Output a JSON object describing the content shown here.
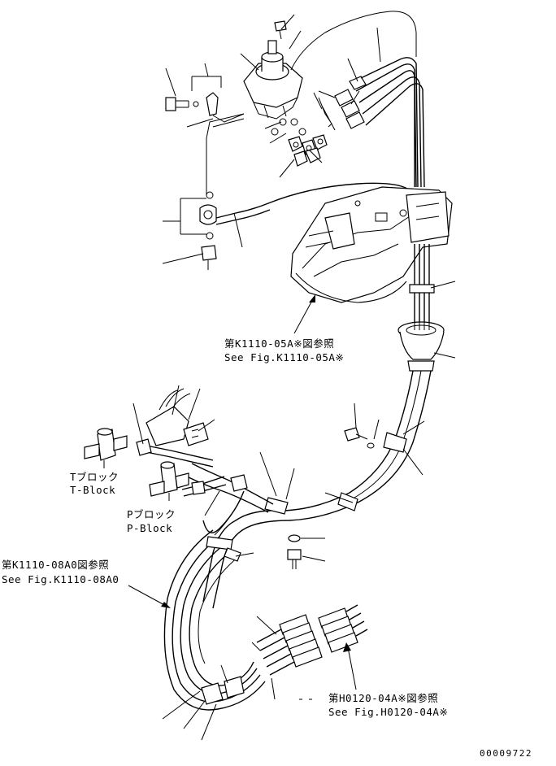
{
  "references": {
    "console": {
      "jp": "第K1110-05A※図参照",
      "en": "See Fig.K1110-05A※"
    },
    "harness": {
      "jp": "第K1110-08A0図参照",
      "en": "See Fig.K1110-08A0"
    },
    "hoses": {
      "jp": "第H0120-04A※図参照",
      "en": "See Fig.H0120-04A※"
    }
  },
  "blocks": {
    "t_block": {
      "jp": "Tブロック",
      "en": "T-Block"
    },
    "p_block": {
      "jp": "Pブロック",
      "en": "P-Block"
    }
  },
  "drawing_number": "00009722"
}
